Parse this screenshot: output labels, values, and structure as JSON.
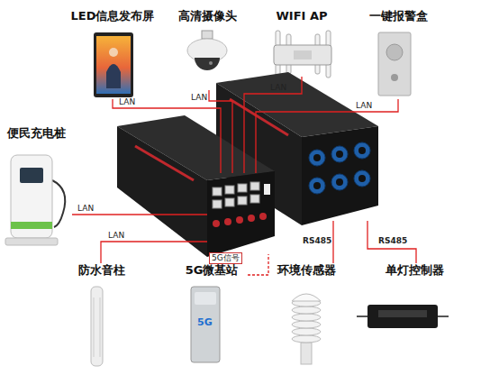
{
  "diagram": {
    "nodes": [
      {
        "text": [
          "LED信息发布屏"
        ]
      },
      {
        "text": [
          "高清摄像头"
        ]
      },
      {
        "text": [
          "WIFI AP"
        ]
      },
      {
        "text": [
          "一键报警盒"
        ]
      },
      {
        "text": [
          "便民充电桩"
        ]
      },
      {
        "text": []
      },
      {
        "text": []
      },
      {
        "text": [
          "防水音柱"
        ]
      },
      {
        "text": [
          "5G微基站"
        ]
      },
      {
        "text": [
          "环境传感器"
        ]
      },
      {
        "text": [
          "单灯控制器"
        ]
      }
    ],
    "edges": [
      {
        "from": 0,
        "to": 5,
        "label": "LAN",
        "arrow": "none"
      },
      {
        "from": 1,
        "to": 5,
        "label": "LAN",
        "arrow": "none"
      },
      {
        "from": 2,
        "to": 5,
        "label": "LAN",
        "arrow": "none"
      },
      {
        "from": 3,
        "to": 5,
        "label": "LAN",
        "arrow": "none"
      },
      {
        "from": 4,
        "to": 5,
        "label": "LAN",
        "arrow": "none"
      },
      {
        "from": 7,
        "to": 5,
        "label": "LAN",
        "arrow": "none"
      },
      {
        "from": 8,
        "to": 5,
        "label": "5G信号",
        "arrow": "none"
      },
      {
        "from": 9,
        "to": 6,
        "label": "RS485",
        "arrow": "none"
      },
      {
        "from": 10,
        "to": 6,
        "label": "RS485",
        "arrow": "none"
      }
    ],
    "labels": [
      "5G"
    ]
  }
}
